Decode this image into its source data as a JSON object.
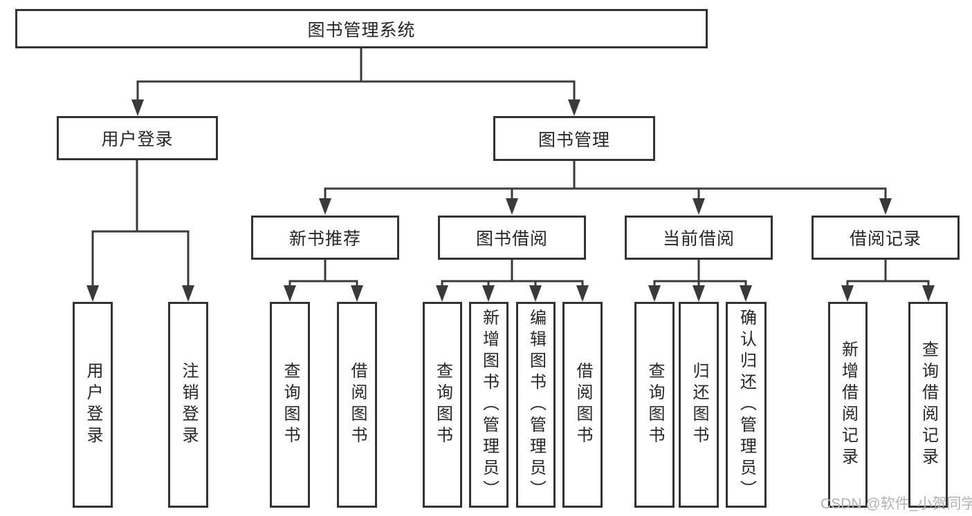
{
  "tree": {
    "root": {
      "label": "图书管理系统"
    },
    "branches": [
      {
        "label": "用户登录",
        "children": [
          {
            "label": "用户登录"
          },
          {
            "label": "注销登录"
          }
        ]
      },
      {
        "label": "图书管理",
        "children": [
          {
            "label": "新书推荐",
            "children": [
              {
                "label": "查询图书"
              },
              {
                "label": "借阅图书"
              }
            ]
          },
          {
            "label": "图书借阅",
            "children": [
              {
                "label": "查询图书"
              },
              {
                "label": "新增图书（管理员）"
              },
              {
                "label": "编辑图书（管理员）"
              },
              {
                "label": "借阅图书"
              }
            ]
          },
          {
            "label": "当前借阅",
            "children": [
              {
                "label": "查询图书"
              },
              {
                "label": "归还图书"
              },
              {
                "label": "确认归还（管理员）"
              }
            ]
          },
          {
            "label": "借阅记录",
            "children": [
              {
                "label": "新增借阅记录"
              },
              {
                "label": "查询借阅记录"
              }
            ]
          }
        ]
      }
    ]
  },
  "watermark": {
    "text": "CSDN @软件_小贺同学"
  },
  "colors": {
    "background": "#ffffff",
    "line": "#3a3a3a",
    "box_border": "#333333",
    "box_fill": "#ffffff",
    "text": "#262626",
    "watermark": "#b2b2b2"
  }
}
